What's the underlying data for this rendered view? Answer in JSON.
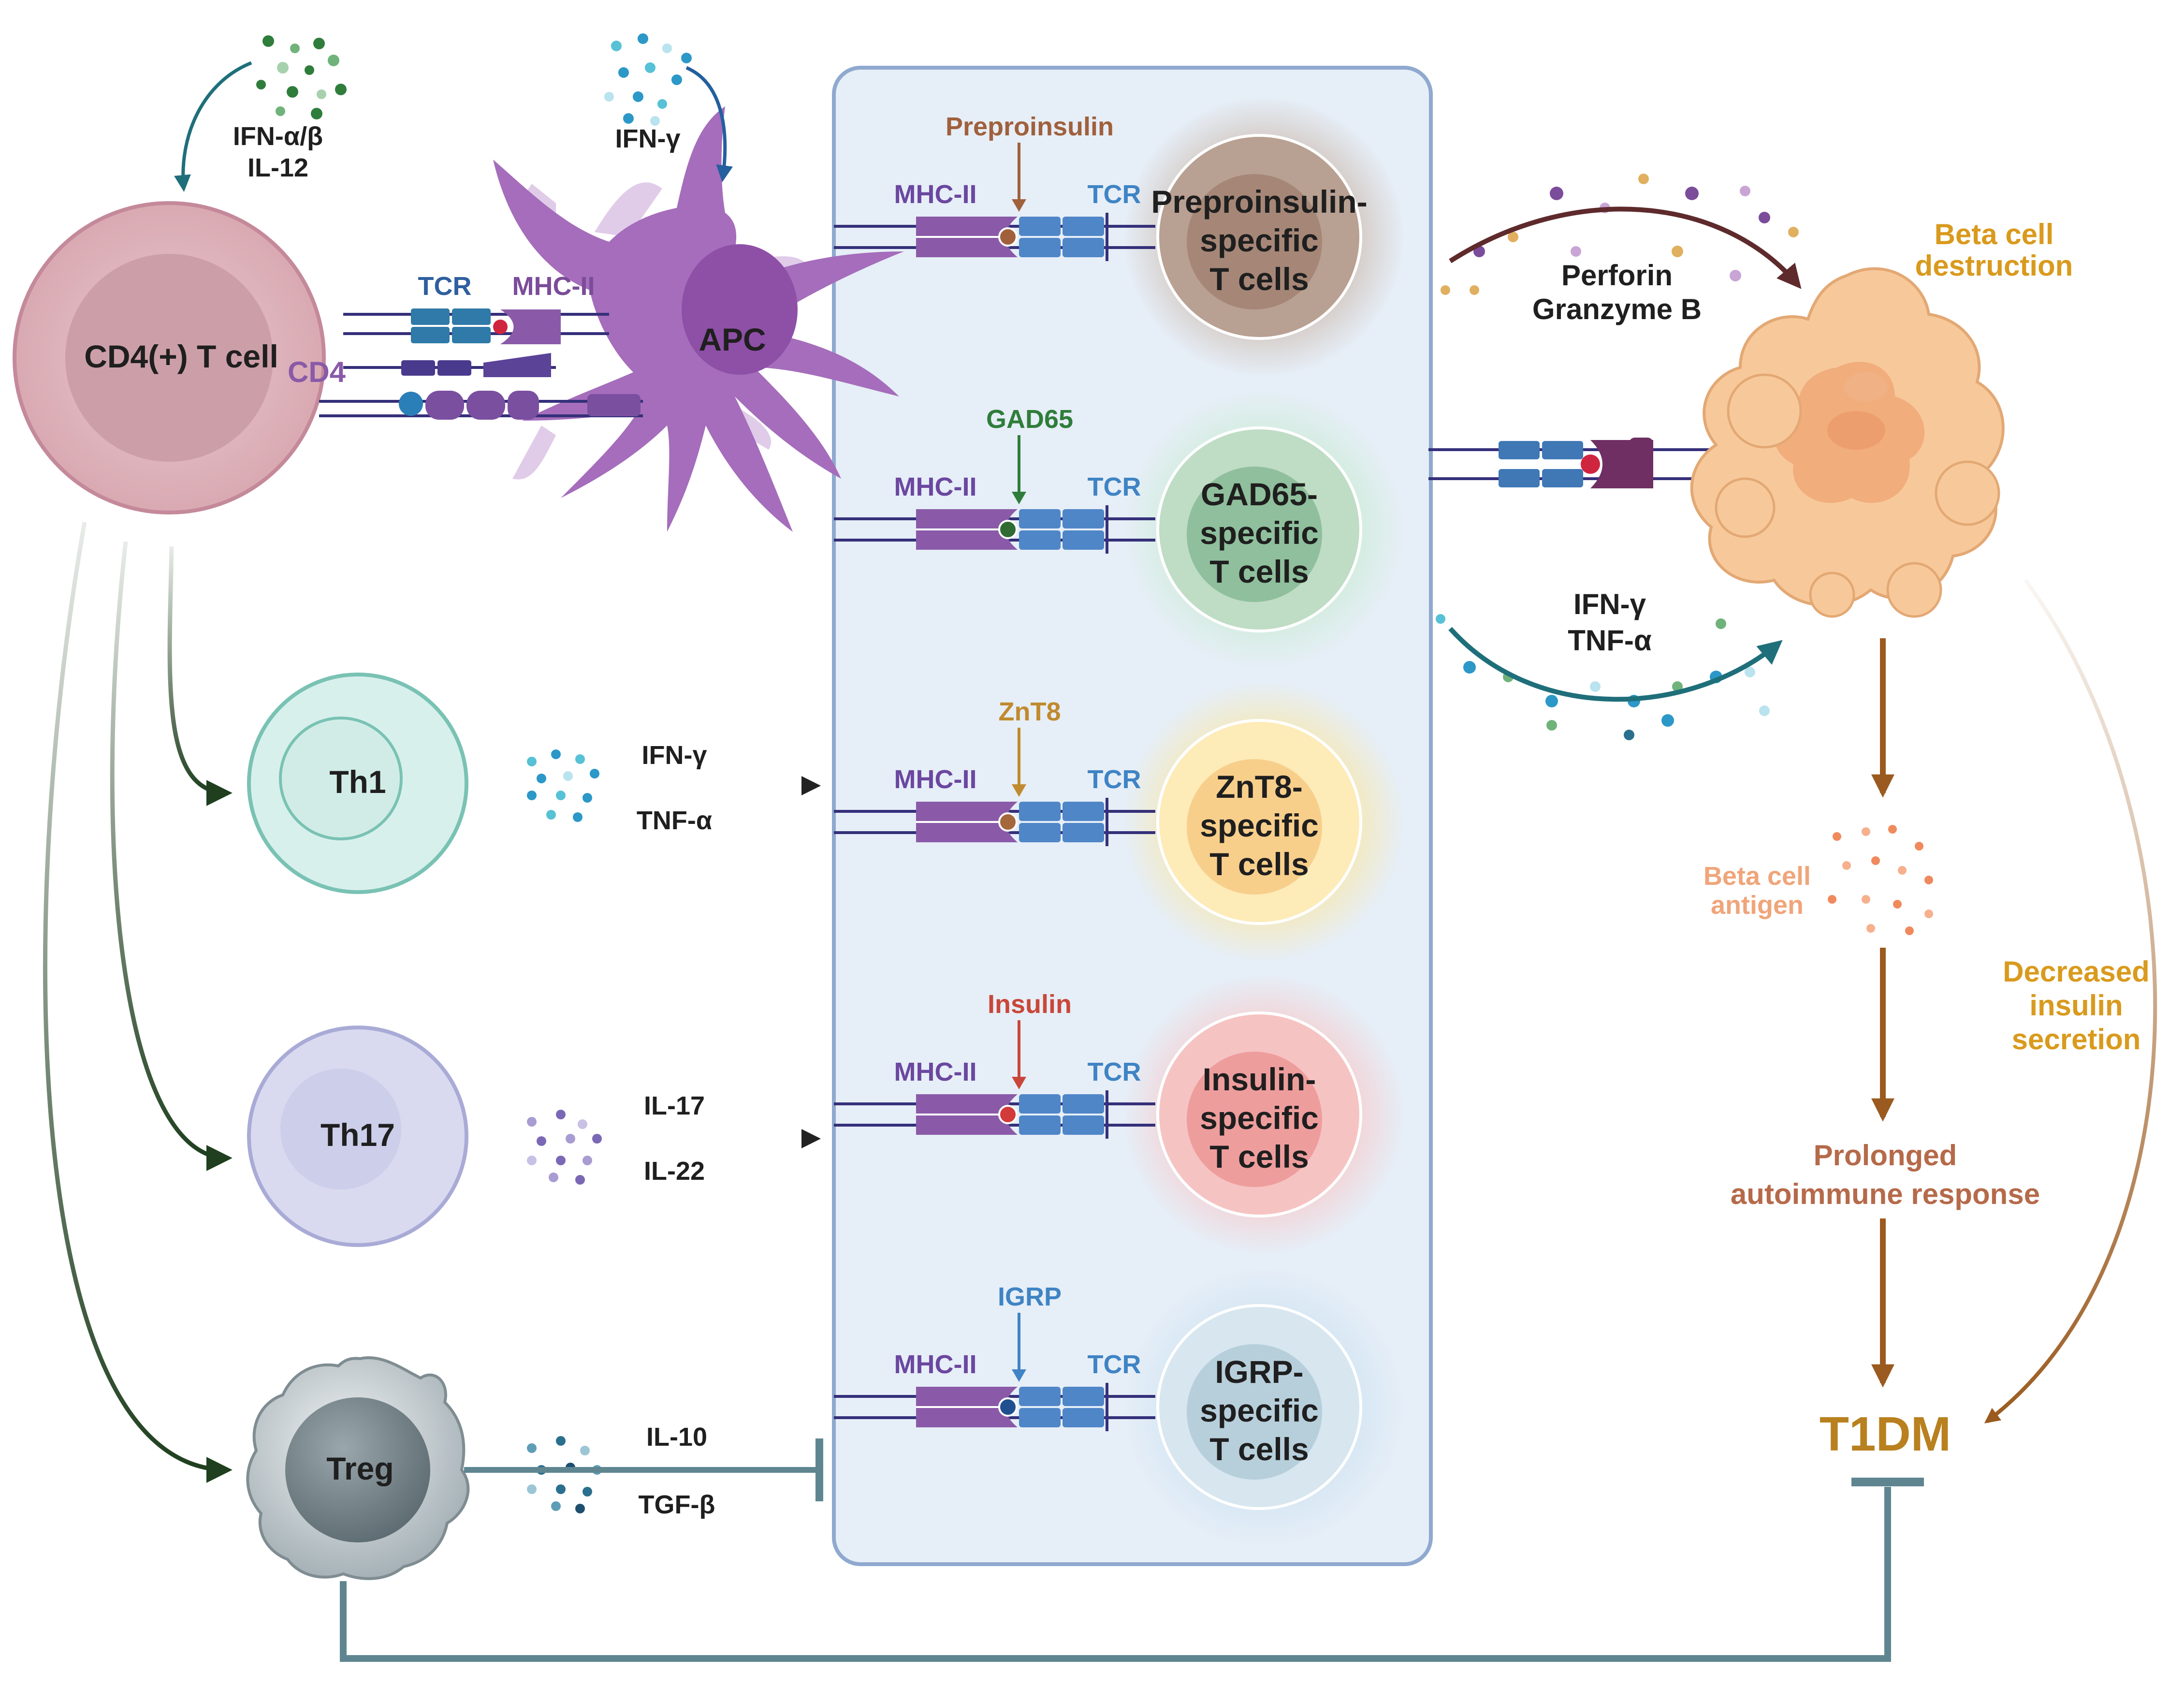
{
  "cd4_cell": {
    "label": "CD4(+) T cell",
    "cd4_label": "CD4",
    "tcr_label": "TCR",
    "mhc_label": "MHC-II"
  },
  "cytokines_in": {
    "left_line1": "IFN-α/β",
    "left_line2": "IL-12",
    "right_line1": "IFN-γ"
  },
  "apc": {
    "label": "APC"
  },
  "th1": {
    "label": "Th1",
    "cytokine1": "IFN-γ",
    "cytokine2": "TNF-α"
  },
  "th17": {
    "label": "Th17",
    "cytokine1": "IL-17",
    "cytokine2": "IL-22"
  },
  "treg": {
    "label": "Treg",
    "cytokine1": "IL-10",
    "cytokine2": "TGF-β"
  },
  "panel": {
    "mhc_label": "MHC-II",
    "tcr_label": "TCR",
    "rows": [
      {
        "antigen": "Preproinsulin",
        "antigen_color": "#a0603c",
        "dot_color": "#a0603c",
        "cell_line1": "Preproinsulin-",
        "cell_line2": "specific",
        "cell_line3": "T cells",
        "outer_color": "#b8a092",
        "inner_color": "#a68777",
        "glow_color": "#c9b4a5"
      },
      {
        "antigen": "GAD65",
        "antigen_color": "#2f7d3b",
        "dot_color": "#2f6b32",
        "cell_line1": "GAD65-",
        "cell_line2": "specific",
        "cell_line3": "T cells",
        "outer_color": "#bfdcc5",
        "inner_color": "#8fbf9c",
        "glow_color": "#c7ecd0"
      },
      {
        "antigen": "ZnT8",
        "antigen_color": "#c08a2e",
        "dot_color": "#a5673c",
        "cell_line1": "ZnT8-",
        "cell_line2": "specific",
        "cell_line3": "T cells",
        "outer_color": "#fdebb8",
        "inner_color": "#f7cf8b",
        "glow_color": "#fbe7a1"
      },
      {
        "antigen": "Insulin",
        "antigen_color": "#c9473a",
        "dot_color": "#d33a3a",
        "cell_line1": "Insulin-",
        "cell_line2": "specific",
        "cell_line3": "T cells",
        "outer_color": "#f6c3c3",
        "inner_color": "#ee9d9d",
        "glow_color": "#f8c7c7"
      },
      {
        "antigen": "IGRP",
        "antigen_color": "#3f84c4",
        "dot_color": "#1f4f8f",
        "cell_line1": "IGRP-",
        "cell_line2": "specific",
        "cell_line3": "T cells",
        "outer_color": "#d7e6ef",
        "inner_color": "#b7cfdb",
        "glow_color": "#cde3f2"
      }
    ]
  },
  "beta": {
    "destruction_line1": "Beta cell",
    "destruction_line2": "destruction",
    "perforin_line1": "Perforin",
    "perforin_line2": "Granzyme B",
    "ifn_label": "IFN-γ",
    "tnf_label": "TNF-α",
    "antigen_line1": "Beta cell",
    "antigen_line2": "antigen",
    "decreased_line1": "Decreased",
    "decreased_line2": "insulin",
    "decreased_line3": "secretion",
    "prolonged_line1": "Prolonged",
    "prolonged_line2": "autoimmune response",
    "t1dm": "T1DM"
  },
  "colors": {
    "tcr_blue": "#3f78b5",
    "mhc_purple": "#8a5aa8",
    "apc_purple": "#a56dbb",
    "orange_text": "#d99a1d",
    "brown_arrow": "#9b5a1f",
    "treg_line": "#5f8690",
    "panel_fill": "#e6eef7",
    "panel_stroke": "#8fa9cf"
  }
}
